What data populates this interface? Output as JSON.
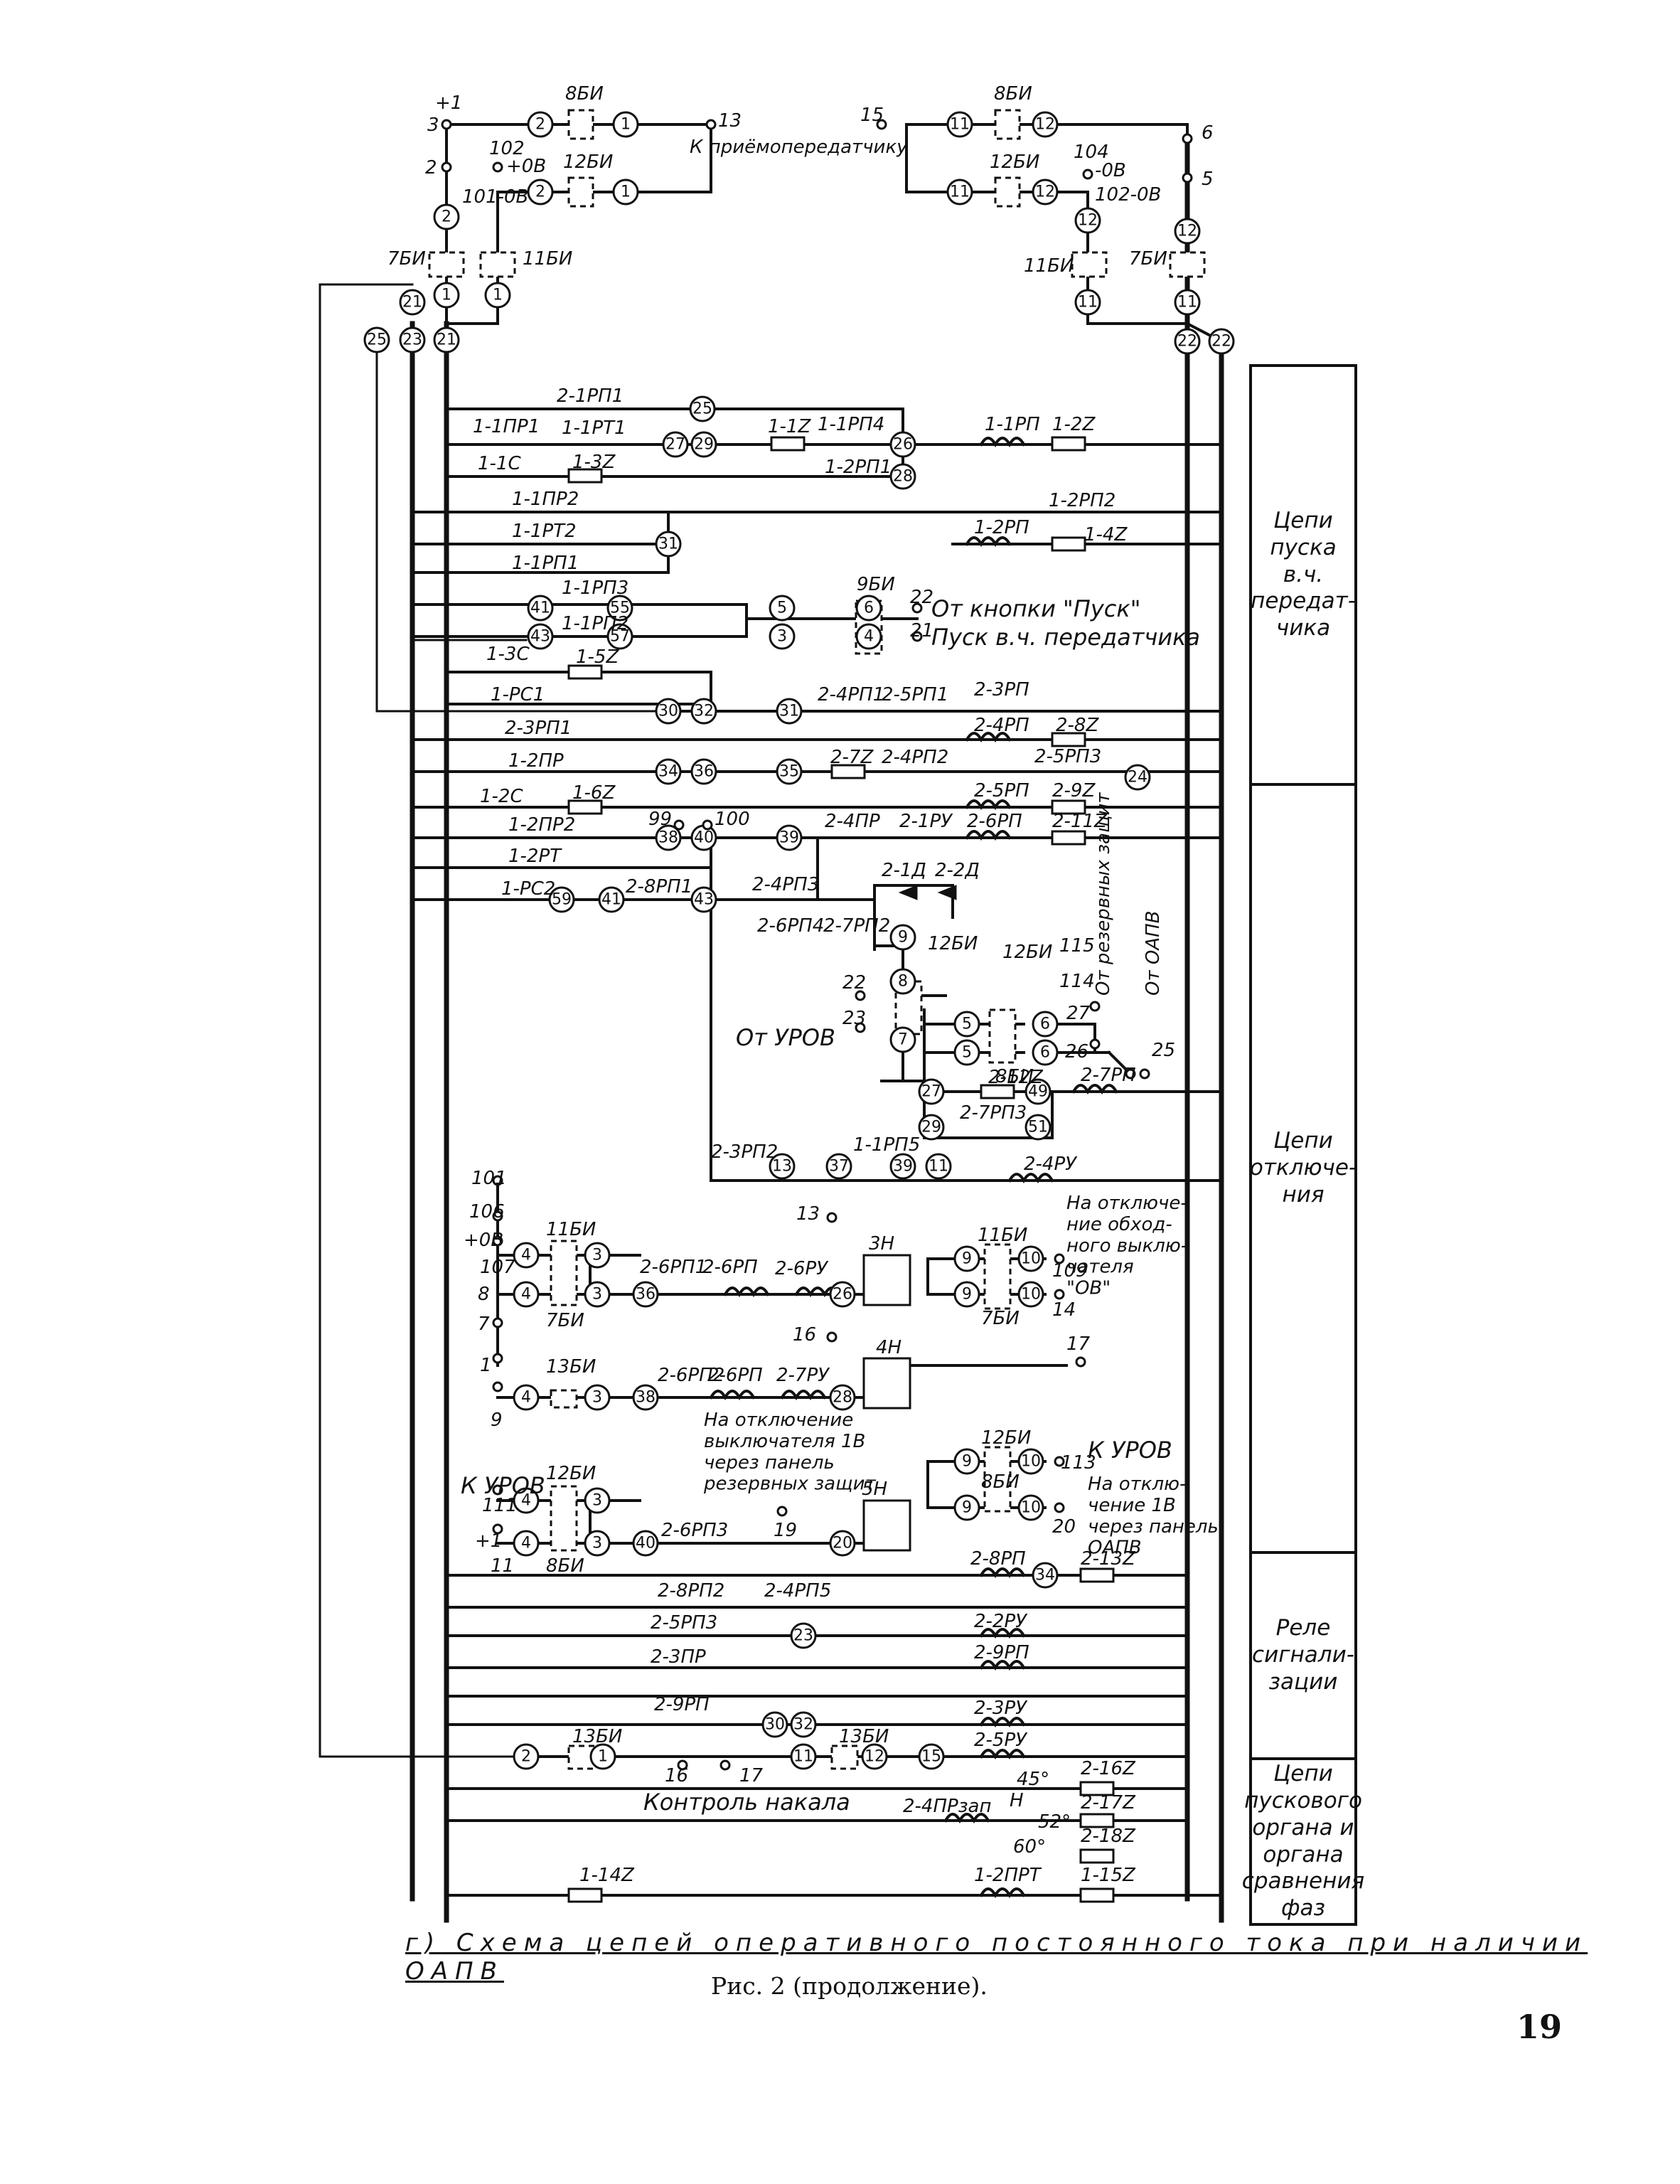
{
  "caption": "г) Схема цепей оперативного постоянного тока при наличии ОАПВ",
  "subcaption": "Рис. 2 (продолжение).",
  "page_number": "19",
  "sections": [
    {
      "label": "Цепи\nпуска\nв.ч.\nпередат-\nчика"
    },
    {
      "label": "Цепи\nотключе-\nния"
    },
    {
      "label": "Реле\nсигнали-\nзации"
    },
    {
      "label": "Цепи\nпускового\nоргана и\nоргана\nсравнения\nфаз"
    }
  ],
  "notes": {
    "to_transceiver": "К приёмопередатчику",
    "from_start_button": "От кнопки \"Пуск\"",
    "hf_start": "Пуск в.ч. передатчика",
    "from_urov": "От УРОВ",
    "from_reserve": "От резервных защит",
    "from_oapv": "От ОАПВ",
    "trip_bypass": "На отключе-\nние обход-\nного выклю-\nчателя\n\"ОВ\"",
    "trip_1v_panel": "На отключение\nвыключателя 1В\nчерез панель\nрезервных защит",
    "k_urov": "К УРОВ",
    "trip_1v_oapv": "На отклю-\nчение 1В\nчерез панель\nОАПВ",
    "k_urov_left": "К УРОВ",
    "heater_control": "Контроль накала"
  },
  "labels": {
    "plus1": "+1",
    "plus0v_a": "+0В",
    "minus0v_a": "-0В",
    "b10_0v": "101-0В",
    "b102_0v": "102-0В",
    "bi8_top": "8БИ",
    "bi12_top": "12БИ",
    "bi8_top_r": "8БИ",
    "bi12_top_r": "12БИ",
    "bi7_l": "7БИ",
    "bi11_l": "11БИ",
    "bi11_r": "11БИ",
    "bi7_r": "7БИ",
    "rp1": "2-1РП1",
    "r11pr1": "1-1ПР1",
    "r1prt1": "1-1РТ1",
    "r1c": "1-1С",
    "r13z": "1-3Z",
    "r1rp4": "1-1РП4",
    "r1ir": "1-1Z",
    "r2rp1": "1-2РП1",
    "r1rp": "1-1РП",
    "r12z": "1-2Z",
    "r1pr2": "1-1ПР2",
    "r1rt2": "1-1РТ2",
    "r1rp1": "1-1РП1",
    "r2rp": "1-2РП",
    "r2rp2": "1-2РП2",
    "r14z": "1-4Z",
    "r1rp3": "1-1РП3",
    "r1rp2": "1-1РП2",
    "r3c": "1-3С",
    "r15z": "1-5Z",
    "bi9": "9БИ",
    "r1rc1": "1-РС1",
    "r24rp1": "2-4РП1",
    "r25rp1": "2-5РП1",
    "r23rp": "2-3РП",
    "r23rp1": "2-3РП1",
    "r24rp": "2-4РП",
    "r28z": "2-8Z",
    "r12pr": "1-2ПР",
    "r27z": "2-7Z",
    "r24rp2": "2-4РП2",
    "r25rp3": "2-5РП3",
    "r12c": "1-2С",
    "r16z": "1-6Z",
    "r25rp": "2-5РП",
    "r29z": "2-9Z",
    "r12pr2": "1-2ПР2",
    "r24pr": "2-4ПР",
    "r21ru": "2-1РУ",
    "r26rp": "2-6РП",
    "r211z": "2-11Z",
    "r12rt": "1-2РТ",
    "r21d": "2-1Д",
    "r22d": "2-2Д",
    "r1rc2": "1-РС2",
    "r28rp1": "2-8РП1",
    "r24rp3": "2-4РП3",
    "r26rp4": "2-6РП4",
    "r27rp2": "2-7РП2",
    "bi12_m": "12БИ",
    "bi12_m2": "12БИ",
    "bi8_m": "8БИ",
    "r212z": "2-12Z",
    "r27rp": "2-7РП",
    "r27rp3": "2-7РП3",
    "r23rp2": "2-3РП2",
    "r11rp5": "1-1РП5",
    "r24ru": "2-4РУ",
    "plus0v_b": "+0В",
    "bi11_b": "11БИ",
    "bi7_b": "7БИ",
    "r26rp1": "2-6РП1",
    "r26rp_b": "2-6РП",
    "r26ru": "2-6РУ",
    "bi11_c": "11БИ",
    "bi7_c": "7БИ",
    "r3n": "3Н",
    "bi13_b": "13БИ",
    "r26rp2": "2-6РП2",
    "r26rp_c": "2-6РП",
    "r27ru": "2-7РУ",
    "r4n": "4Н",
    "bi12_d": "12БИ",
    "bi8_d": "8БИ",
    "r26rp3": "2-6РП3",
    "bi12_e": "12БИ",
    "bi8_e": "8БИ",
    "r5n": "5Н",
    "r28rp": "2-8РП",
    "r213z": "2-13Z",
    "r28rp2": "2-8РП2",
    "r24rp5": "2-4РП5",
    "r25rp3b": "2-5РП3",
    "r22ru": "2-2РУ",
    "r23pr": "2-3ПР",
    "r29rp": "2-9РП",
    "r29rp_b": "2-9РП",
    "r23ru": "2-3РУ",
    "bi13_l": "13БИ",
    "bi13_r": "13БИ",
    "r25ru": "2-5РУ",
    "r24pr_zap": "2-4ПРзап",
    "n_sw": "Н",
    "deg45": "45°",
    "deg52": "52°",
    "deg60": "60°",
    "r216z": "2-16Z",
    "r217z": "2-17Z",
    "r218z": "2-18Z",
    "r114z": "1-14Z",
    "r12prt": "1-2ПРТ",
    "r115z": "1-15Z"
  },
  "terminals": {
    "t3": "3",
    "t2": "2",
    "t102": "102",
    "t13": "13",
    "t15": "15",
    "t6": "6",
    "t5": "5",
    "t104": "104",
    "t22a": "22",
    "t21a": "21",
    "t22b": "22",
    "t23b": "23",
    "t115": "115",
    "t114": "114",
    "t27": "27",
    "t26": "26",
    "t25": "25",
    "t99": "99",
    "t100": "100",
    "t101": "101",
    "t106": "106",
    "t107": "107",
    "t8": "8",
    "t7": "7",
    "t1": "1",
    "t9": "9",
    "t13b": "13",
    "t109": "109",
    "t14": "14",
    "t16": "16",
    "t17": "17",
    "t111": "111",
    "t11": "11",
    "t19": "19",
    "t113": "113",
    "t20": "20",
    "t16b": "16",
    "t17b": "17"
  }
}
